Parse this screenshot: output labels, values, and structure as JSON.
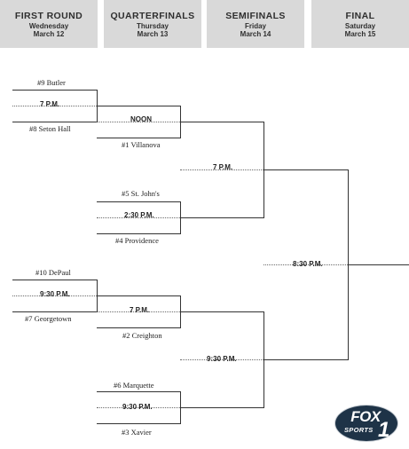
{
  "rounds": [
    {
      "name": "FIRST ROUND",
      "day": "Wednesday",
      "date": "March 12"
    },
    {
      "name": "QUARTERFINALS",
      "day": "Thursday",
      "date": "March 13"
    },
    {
      "name": "SEMIFINALS",
      "day": "Friday",
      "date": "March 14"
    },
    {
      "name": "FINAL",
      "day": "Saturday",
      "date": "March 15"
    }
  ],
  "first_round": [
    {
      "top_team": "#9 Butler",
      "time": "7 P.M.",
      "bottom_team": "#8 Seton Hall"
    },
    {
      "top_team": "#10 DePaul",
      "time": "9:30 P.M.",
      "bottom_team": "#7 Georgetown"
    }
  ],
  "quarterfinals": [
    {
      "time": "NOON",
      "bottom_team": "#1 Villanova"
    },
    {
      "top_team": "#5 St. John's",
      "time": "2:30 P.M.",
      "bottom_team": "#4 Providence"
    },
    {
      "time": "7 P.M.",
      "bottom_team": "#2 Creighton"
    },
    {
      "top_team": "#6 Marquette",
      "time": "9:30 P.M.",
      "bottom_team": "#3 Xavier"
    }
  ],
  "semifinals": [
    {
      "time": "7 P.M."
    },
    {
      "time": "9:30 P.M."
    }
  ],
  "final": {
    "time": "8:30 P.M."
  },
  "logo": {
    "text": "FOX",
    "sub": "SPORTS",
    "number": "1"
  }
}
